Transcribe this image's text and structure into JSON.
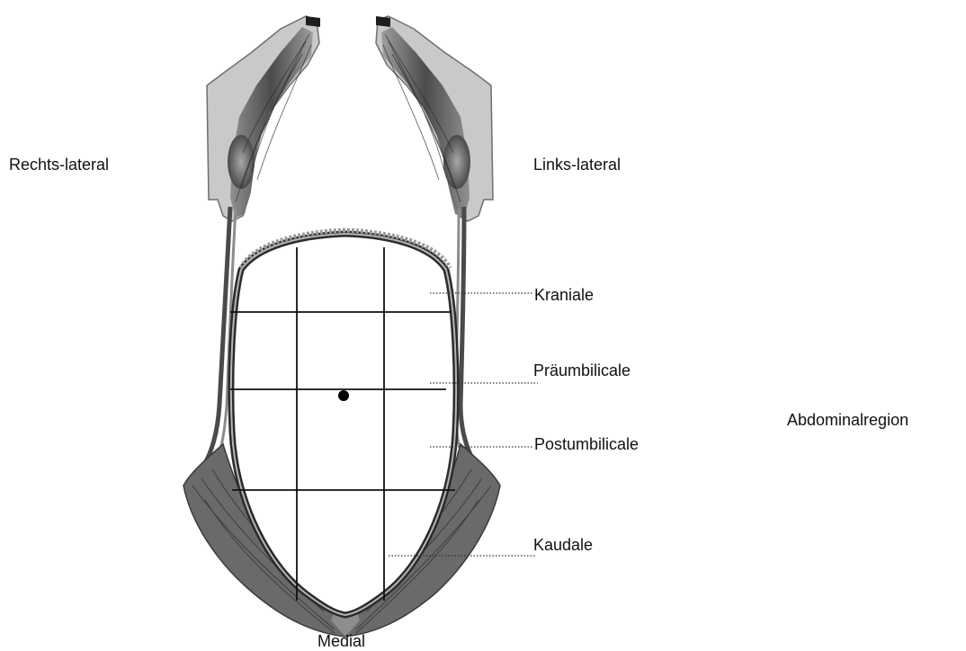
{
  "labels": {
    "right_lateral": "Rechts-lateral",
    "left_lateral": "Links-lateral",
    "cranial": "Kraniale",
    "preumbilical": "Präumbilicale",
    "postumbilical": "Postumbilicale",
    "caudal": "Kaudale",
    "region": "Abdominalregion",
    "medial": "Medial"
  },
  "colors": {
    "muscle_dark": "#3a3a3a",
    "muscle_mid": "#7c7c7c",
    "muscle_light": "#bdbdbd",
    "line": "#111111"
  }
}
